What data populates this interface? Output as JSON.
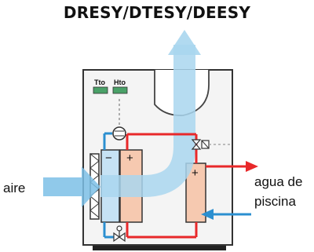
{
  "title": "DRESY/DTESY/DEESY",
  "labels": {
    "air": "aire",
    "water_line1": "agua de",
    "water_line2": "piscina",
    "sensor_left": "Tto",
    "sensor_right": "Hto",
    "plus_sign": "+",
    "minus_sign": "−"
  },
  "colors": {
    "air_flow": "#a9d6ee",
    "air_flow_in": "#7cc0e6",
    "hot_pipe": "#e8282a",
    "cold_pipe": "#2b8fd0",
    "coil_hot": "#f6c9b0",
    "coil_cold": "#c6e2f4",
    "cabinet_bg": "#f4f4f4",
    "cabinet_border": "#333333",
    "sensor_green": "#4aa168"
  }
}
